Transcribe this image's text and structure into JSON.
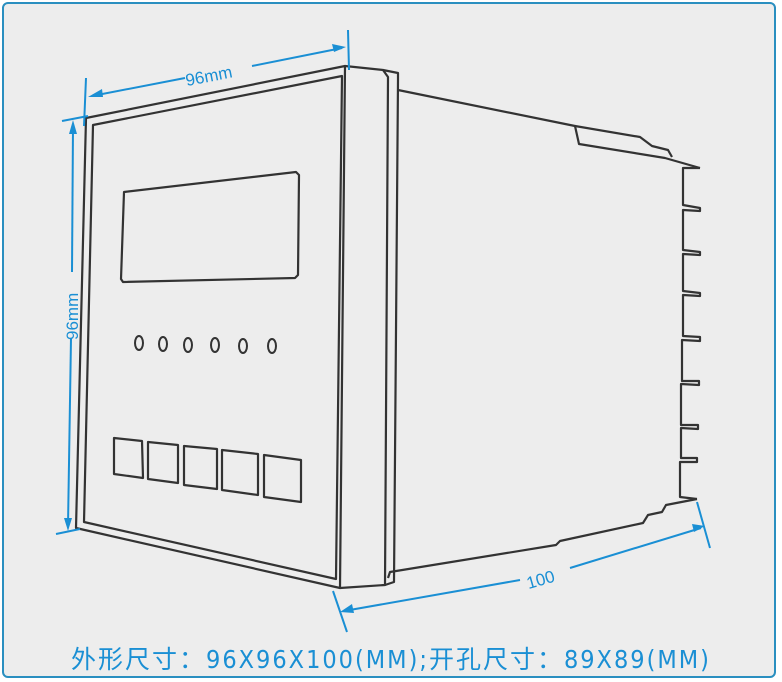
{
  "diagram": {
    "type": "product-dimension-drawing",
    "subject": "panel meter (front view perspective)",
    "colors": {
      "line": "#333333",
      "dimension": "#1a8fd4",
      "background": "#ededed",
      "frame_border": "#2a8fc0"
    },
    "dimensions": {
      "width_label": "96mm",
      "height_label": "96mm",
      "depth_label": "100"
    },
    "front_panel": {
      "display_window_count": 1,
      "indicator_leds": [
        "O",
        "O",
        "O",
        "O",
        "O",
        "O"
      ],
      "button_count": 5
    },
    "caption": "外形尺寸：96X96X100(MM);开孔尺寸：89X89(MM)"
  }
}
